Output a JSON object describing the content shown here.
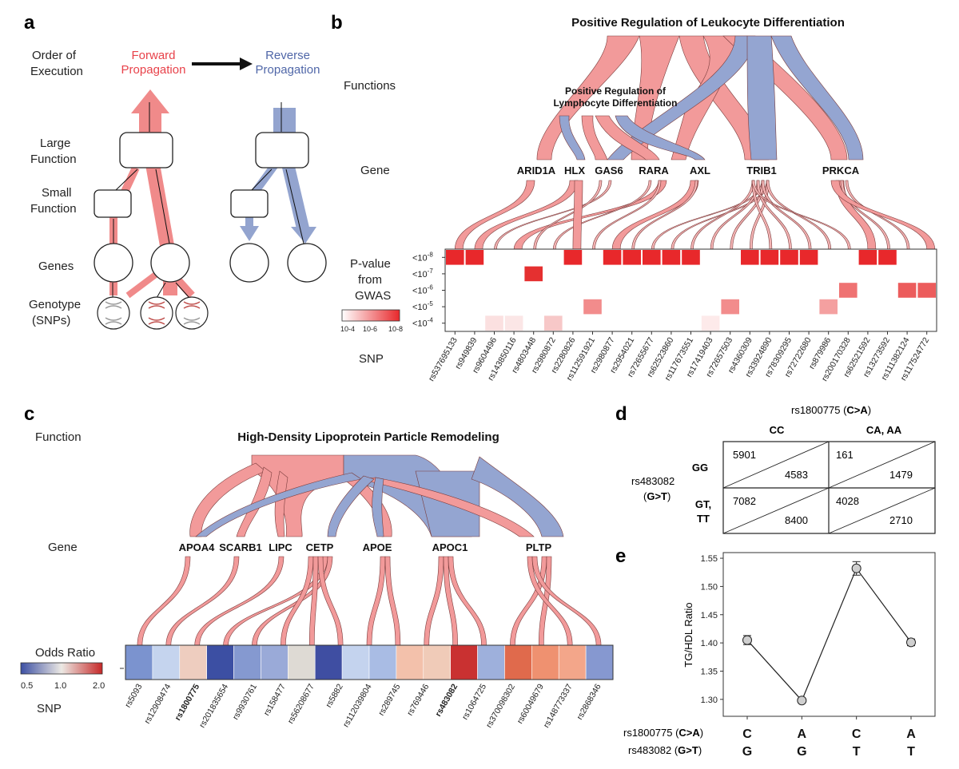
{
  "panels": {
    "a": "a",
    "b": "b",
    "c": "c",
    "d": "d",
    "e": "e"
  },
  "panel_a": {
    "order_of_execution": [
      "Order of",
      "Execution"
    ],
    "forward": [
      "Forward",
      "Propagation"
    ],
    "reverse": [
      "Reverse",
      "Propagation"
    ],
    "large_function": [
      "Large",
      "Function"
    ],
    "small_function": [
      "Small",
      "Function"
    ],
    "genes": "Genes",
    "genotype": [
      "Genotype",
      "(SNPs)"
    ],
    "colors": {
      "forward": "#f08080",
      "reverse": "#8fa1cc"
    }
  },
  "panel_b": {
    "title": "Positive Regulation of Leukocyte Differentiation",
    "subfunction": [
      "Positive Regulation of",
      "Lymphocyte Differentiation"
    ],
    "row_labels": {
      "functions": "Functions",
      "gene": "Gene",
      "pvalue": [
        "P-value",
        "from",
        "GWAS"
      ],
      "snp": "SNP"
    },
    "genes": [
      "ARID1A",
      "HLX",
      "GAS6",
      "RARA",
      "AXL",
      "TRIB1",
      "PRKCA"
    ],
    "y_levels": [
      "<10-8",
      "<10-7",
      "<10-6",
      "<10-5",
      "<10-4"
    ],
    "colorbar": {
      "min": "10-4",
      "mid": "10-6",
      "max": "10-8"
    },
    "snps": [
      "rs537695133",
      "rs949839",
      "rs9604496",
      "rs143850116",
      "rs4803448",
      "rs2980872",
      "rs2280826",
      "rs112591921",
      "rs2980877",
      "rs2954021",
      "rs72655677",
      "rs62523860",
      "rs117673551",
      "rs17419403",
      "rs72657503",
      "rs4360309",
      "rs33924890",
      "rs78309295",
      "rs72722680",
      "rs879986",
      "rs200170328",
      "rs62521592",
      "rs13273592",
      "rs111382124",
      "rs117524772"
    ],
    "cells": [
      {
        "snp": 0,
        "level": 0,
        "shade": "#e8282b"
      },
      {
        "snp": 1,
        "level": 0,
        "shade": "#e8282b"
      },
      {
        "snp": 2,
        "level": 4,
        "shade": "#fbe0e0"
      },
      {
        "snp": 3,
        "level": 4,
        "shade": "#fbe6e6"
      },
      {
        "snp": 4,
        "level": 1,
        "shade": "#e53030"
      },
      {
        "snp": 5,
        "level": 4,
        "shade": "#f7c8c8"
      },
      {
        "snp": 6,
        "level": 0,
        "shade": "#e8282b"
      },
      {
        "snp": 7,
        "level": 3,
        "shade": "#f28c8c"
      },
      {
        "snp": 8,
        "level": 0,
        "shade": "#e8282b"
      },
      {
        "snp": 9,
        "level": 0,
        "shade": "#e8282b"
      },
      {
        "snp": 10,
        "level": 0,
        "shade": "#e8282b"
      },
      {
        "snp": 11,
        "level": 0,
        "shade": "#e8282b"
      },
      {
        "snp": 12,
        "level": 0,
        "shade": "#e8282b"
      },
      {
        "snp": 13,
        "level": 4,
        "shade": "#fdeaea"
      },
      {
        "snp": 14,
        "level": 3,
        "shade": "#f28c8c"
      },
      {
        "snp": 15,
        "level": 0,
        "shade": "#e8282b"
      },
      {
        "snp": 16,
        "level": 0,
        "shade": "#e8282b"
      },
      {
        "snp": 17,
        "level": 0,
        "shade": "#e8282b"
      },
      {
        "snp": 18,
        "level": 0,
        "shade": "#e8282b"
      },
      {
        "snp": 19,
        "level": 3,
        "shade": "#f4a0a0"
      },
      {
        "snp": 20,
        "level": 2,
        "shade": "#ef7272"
      },
      {
        "snp": 21,
        "level": 0,
        "shade": "#e8282b"
      },
      {
        "snp": 22,
        "level": 0,
        "shade": "#e8282b"
      },
      {
        "snp": 23,
        "level": 2,
        "shade": "#ec5c5c"
      },
      {
        "snp": 24,
        "level": 2,
        "shade": "#ec5c5c"
      }
    ]
  },
  "panel_c": {
    "row_labels": {
      "function": "Function",
      "gene": "Gene",
      "odds": "Odds Ratio",
      "snp": "SNP"
    },
    "title": "High-Density Lipoprotein Particle Remodeling",
    "genes": [
      "APOA4",
      "SCARB1",
      "LIPC",
      "CETP",
      "APOE",
      "APOC1",
      "PLTP"
    ],
    "colorbar": {
      "min": "0.5",
      "mid": "1.0",
      "max": "2.0"
    },
    "snps": [
      "rs5093",
      "rs12908474",
      "rs1800775",
      "rs201835654",
      "rs9930761",
      "rs158477",
      "rs56208677",
      "rs5882",
      "rs112039804",
      "rs289745",
      "rs769446",
      "rs483082",
      "rs1064725",
      "rs370098302",
      "rs60049679",
      "rs148773337",
      "rs2868346"
    ],
    "bold_snps": [
      2,
      11
    ],
    "heat": [
      "#7b93cf",
      "#c5d4ee",
      "#eecdbf",
      "#3c4fa3",
      "#8599d0",
      "#9aaad8",
      "#dedad4",
      "#3f4ea2",
      "#c4d3ee",
      "#a9bce4",
      "#f3c1ab",
      "#f0cbb8",
      "#c93131",
      "#9eb0dc",
      "#e06a4c",
      "#ef9170",
      "#f3a68a",
      "#8698d0"
    ]
  },
  "panel_d": {
    "col_snp": "rs1800775",
    "col_allele": "C>A",
    "row_snp": "rs483082",
    "row_allele": "G>T",
    "col_headers": [
      "CC",
      "CA, AA"
    ],
    "row_headers": [
      [
        "GG"
      ],
      [
        "GT,",
        "TT"
      ]
    ],
    "cells": [
      [
        "5901",
        "4583",
        "161",
        "1479"
      ],
      [
        "7082",
        "8400",
        "4028",
        "2710"
      ]
    ]
  },
  "panel_e": {
    "ylabel": "TG/HDL Ratio",
    "row_labels": [
      {
        "snp": "rs1800775",
        "allele": "C>A"
      },
      {
        "snp": "rs483082",
        "allele": "G>T"
      }
    ],
    "chart_data": {
      "type": "line",
      "categories": [
        "C G",
        "A G",
        "C T",
        "A T"
      ],
      "x_top": [
        "C",
        "A",
        "C",
        "A"
      ],
      "x_bottom": [
        "G",
        "G",
        "T",
        "T"
      ],
      "values": [
        1.405,
        1.298,
        1.532,
        1.401
      ],
      "errors": [
        0.008,
        0.004,
        0.012,
        0.006
      ],
      "ylim": [
        1.27,
        1.56
      ],
      "yticks": [
        "1.30",
        "1.35",
        "1.40",
        "1.45",
        "1.50",
        "1.55"
      ],
      "ytick_values": [
        1.3,
        1.35,
        1.4,
        1.45,
        1.5,
        1.55
      ]
    }
  }
}
